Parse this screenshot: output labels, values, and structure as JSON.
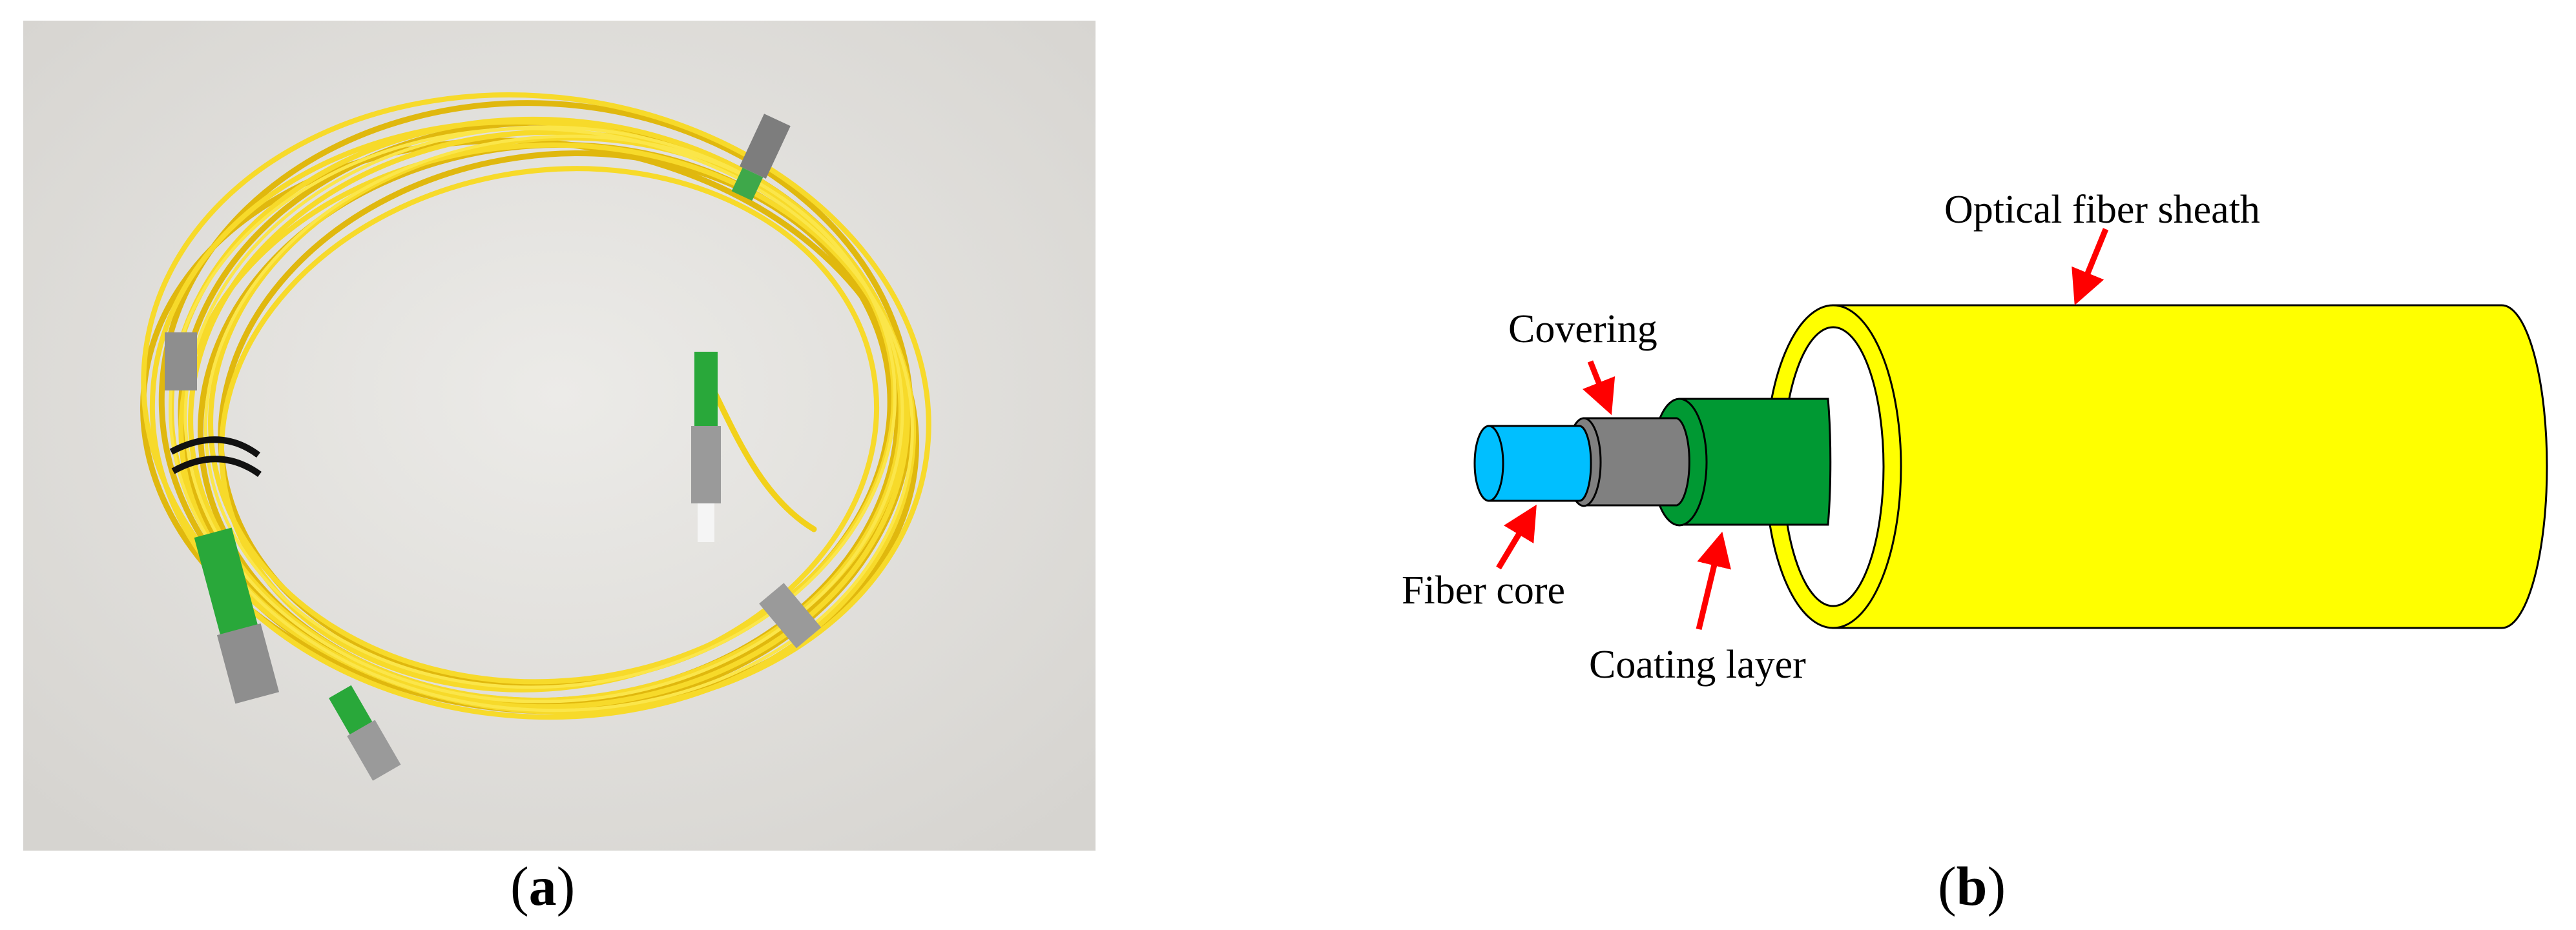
{
  "captions": {
    "a_open": "(",
    "a_letter": "a",
    "a_close": ")",
    "b_open": "(",
    "b_letter": "b",
    "b_close": ")"
  },
  "labels": {
    "sheath": "Optical fiber sheath",
    "covering": "Covering",
    "core": "Fiber core",
    "coating": "Coating layer"
  },
  "colors": {
    "sheath": "#ffff00",
    "coating": "#009933",
    "covering": "#808080",
    "core": "#00bfff",
    "arrow": "#ff0000",
    "cable": "#f2d11a",
    "connector_boot": "#29a83a",
    "background_photo": "#e4e2df"
  },
  "photo": {
    "description_icon": "coiled-fiber-optic-cable-photo"
  }
}
